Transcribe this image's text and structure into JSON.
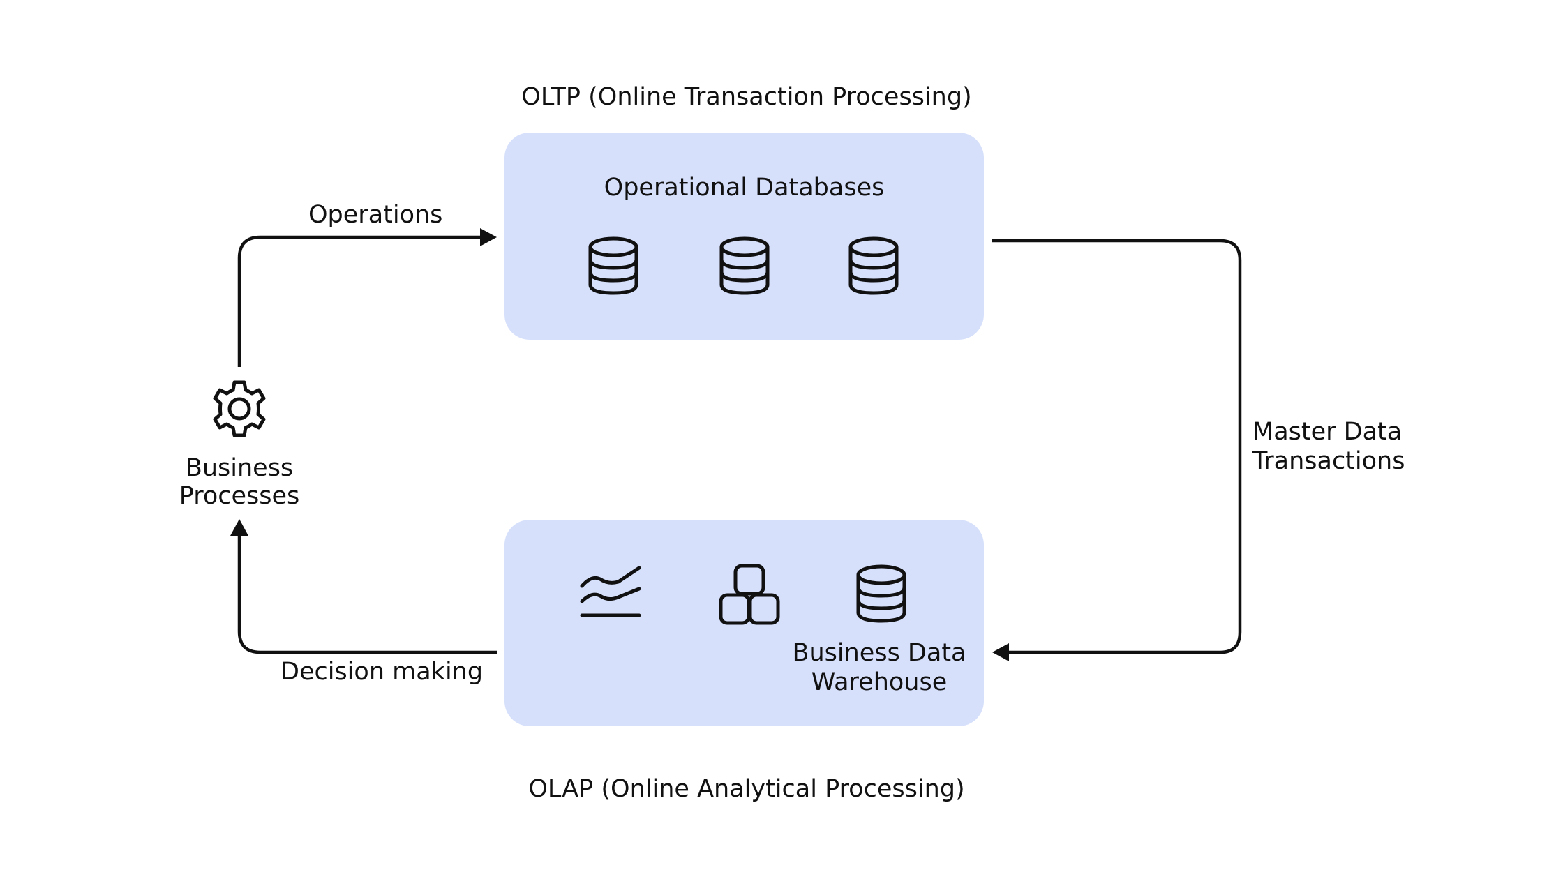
{
  "oltp": {
    "title": "OLTP (Online Transaction Processing)",
    "box_label": "Operational Databases",
    "icons": [
      "database-icon",
      "database-icon",
      "database-icon"
    ]
  },
  "olap": {
    "title": "OLAP (Online Analytical Processing)",
    "warehouse_label_line1": "Business Data",
    "warehouse_label_line2": "Warehouse",
    "icons": [
      "line-chart-icon",
      "cubes-icon",
      "database-icon"
    ]
  },
  "business": {
    "label_line1": "Business",
    "label_line2": "Processes",
    "icon": "gear-icon"
  },
  "edges": {
    "operations": "Operations",
    "decision_making": "Decision making",
    "master_data_line1": "Master Data",
    "master_data_line2": "Transactions"
  },
  "colors": {
    "box_fill": "#d6e0fb",
    "stroke": "#111111",
    "background": "#ffffff"
  }
}
